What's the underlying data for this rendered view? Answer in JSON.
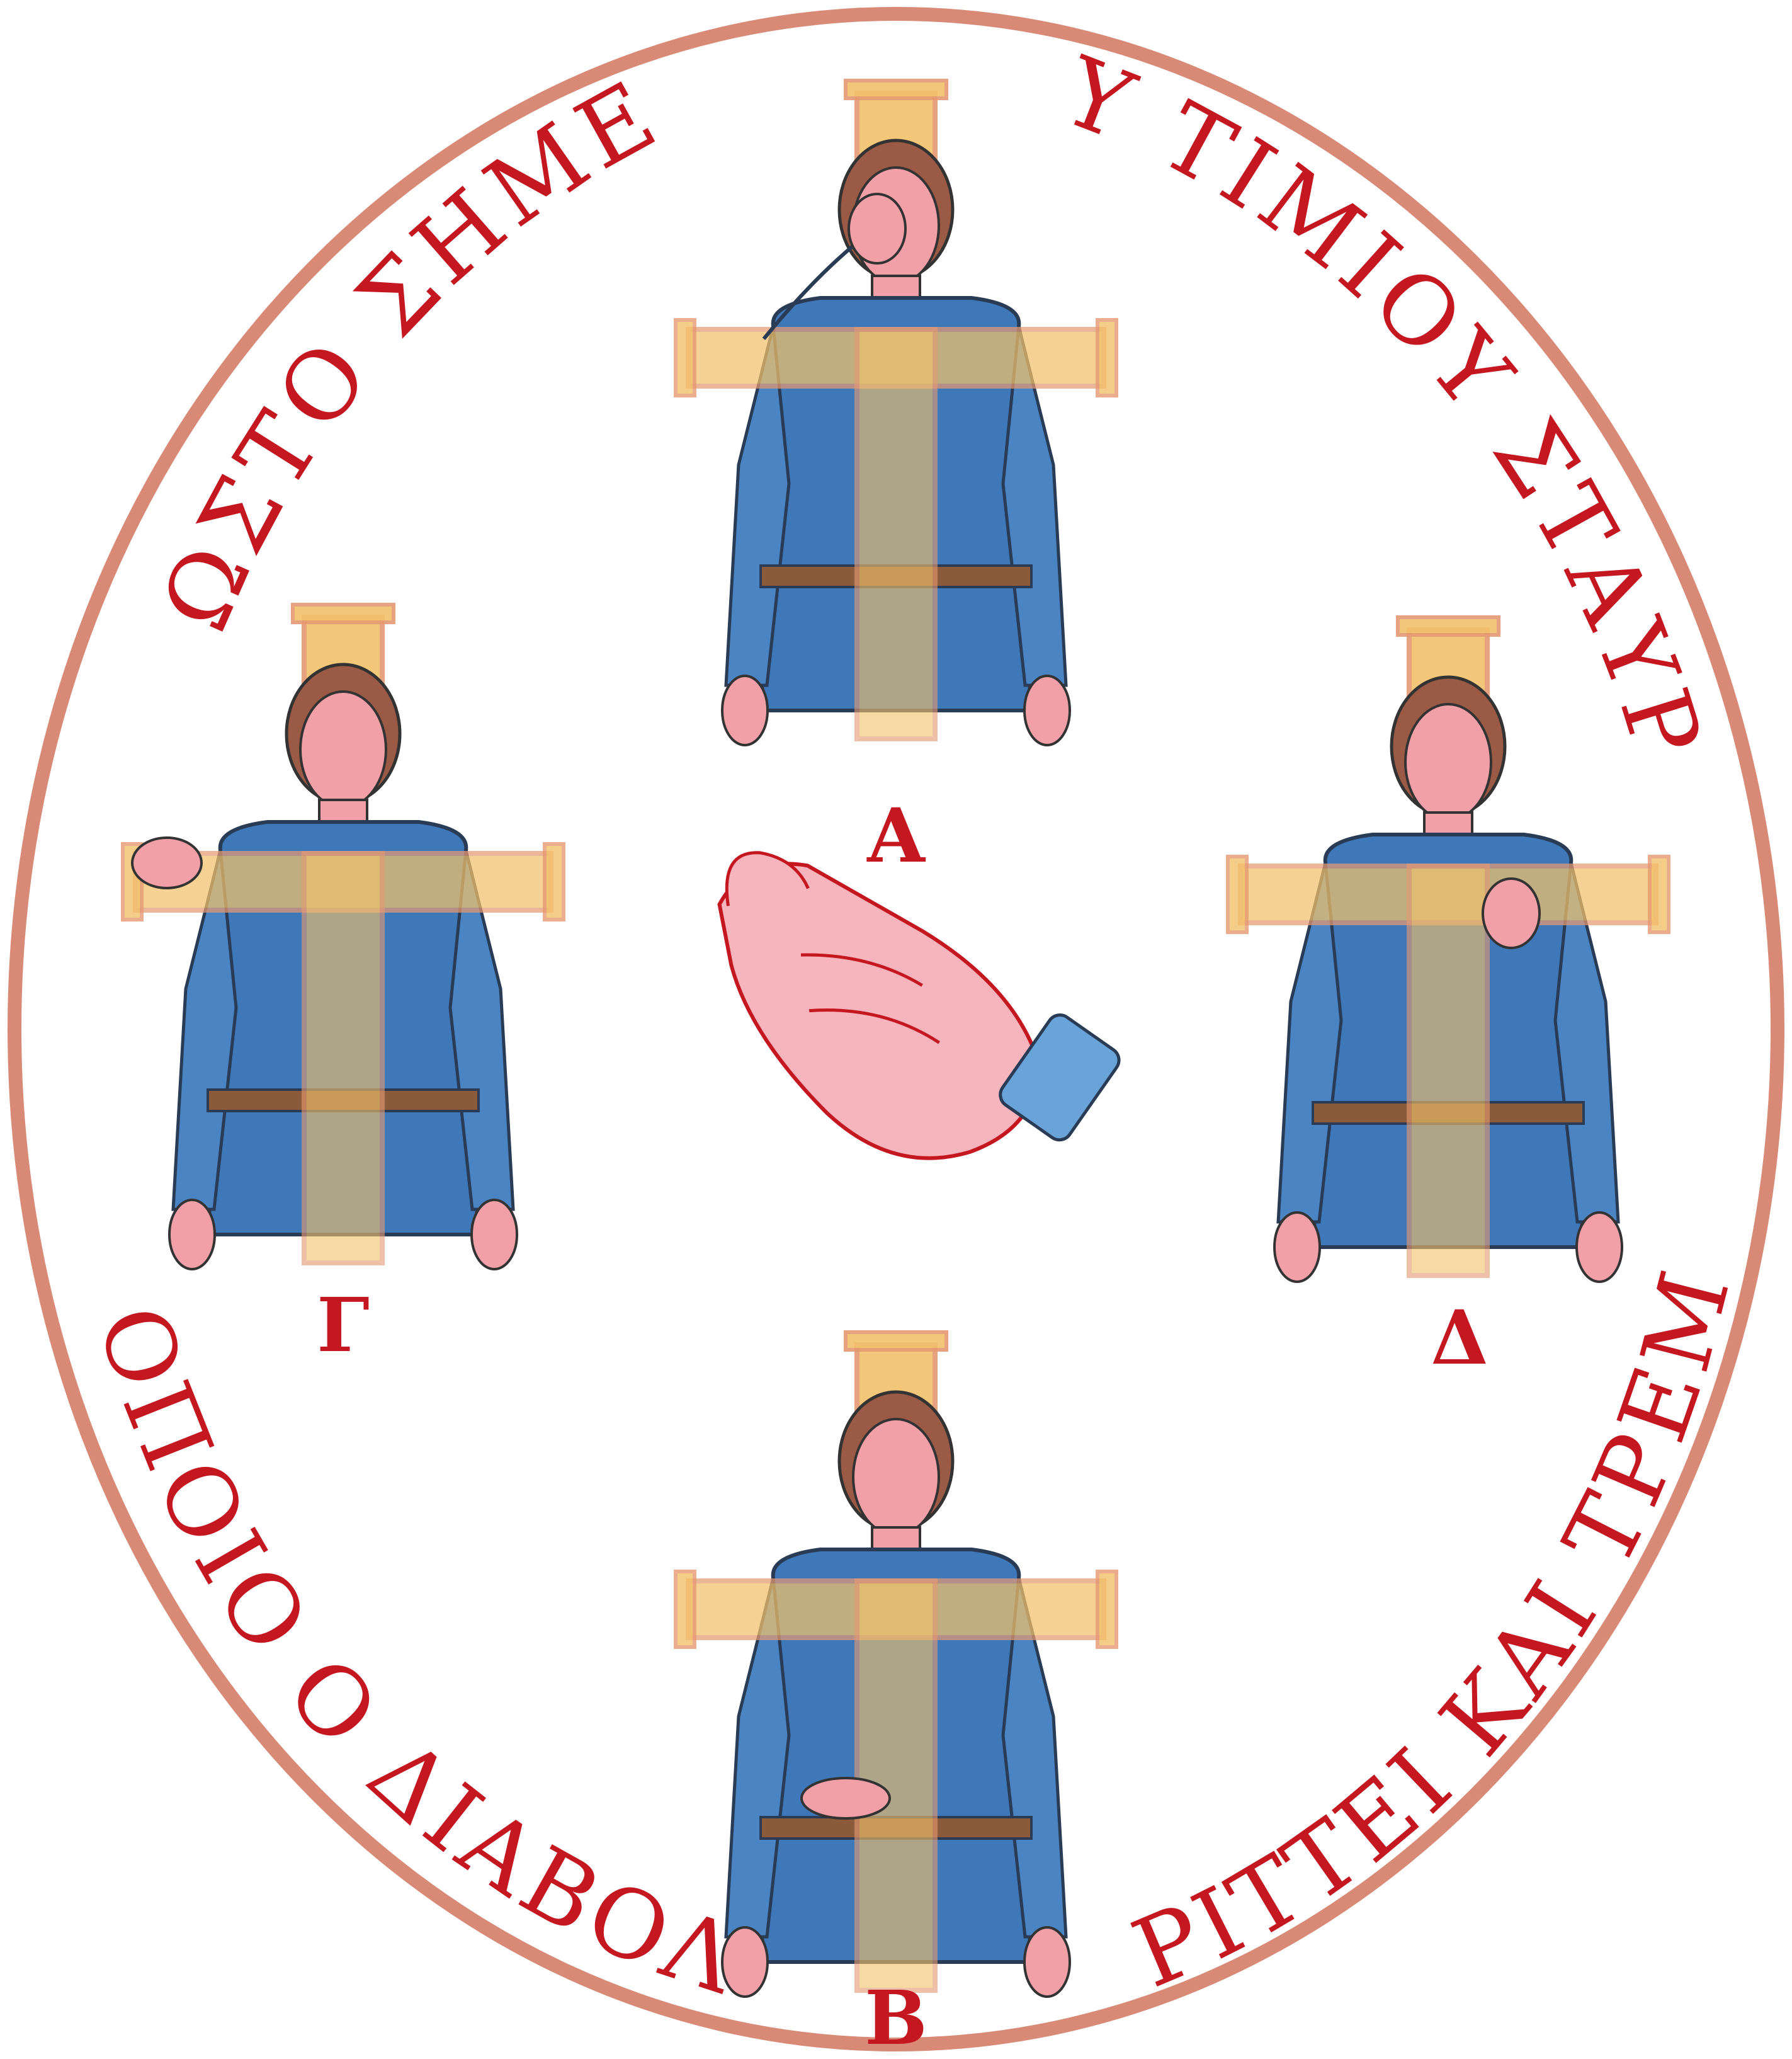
{
  "arc_text": {
    "top_left": "ΤΟ ΣΩΣΤΟ ΣΗΜΕΙΟ...",
    "top_right": "...ΤΟΥ ΤΙΜΙΟΥ ΣΤΑΥΡΟΥ...",
    "bottom_left": "...ΤΟ ΟΠΟΙΟ Ο ΔΙΑΒΟΛΟΣ...",
    "bottom_right": "...ΦΡΙΤΤΕΙ ΚΑΙ ΤΡΕΜΕΙ"
  },
  "steps": {
    "top": "Α",
    "bottom": "Β",
    "left": "Γ",
    "right": "Δ"
  },
  "colors": {
    "text_red": "#c4171f",
    "border": "#d98a76",
    "robe_blue": "#3f78b9",
    "cross_gold": "#f2c26b",
    "cross_edge": "#e59a73",
    "skin": "#f1a0a8",
    "hair": "#9a5a45",
    "belt": "#8a5a3a"
  },
  "icons": {
    "figures": "person-with-cross",
    "center": "hand-gesture-three-fingers"
  }
}
